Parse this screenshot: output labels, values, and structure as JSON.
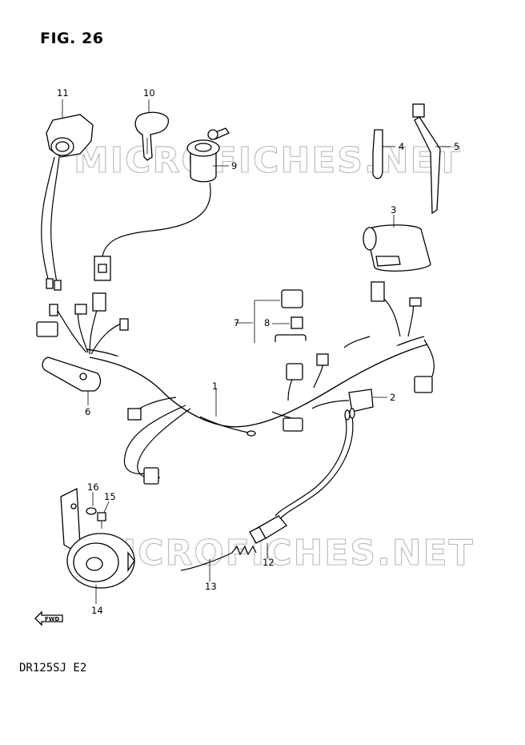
{
  "figure": {
    "title": "FIG. 26",
    "model_code": "DR125SJ  E2"
  },
  "watermarks": [
    "MICROFICHES.NET",
    "MICROFICHES.NET"
  ],
  "fwd_label": "FWD",
  "callouts": [
    "1",
    "2",
    "3",
    "4",
    "5",
    "6",
    "7",
    "8",
    "9",
    "10",
    "11",
    "12",
    "13",
    "14",
    "15",
    "16"
  ]
}
